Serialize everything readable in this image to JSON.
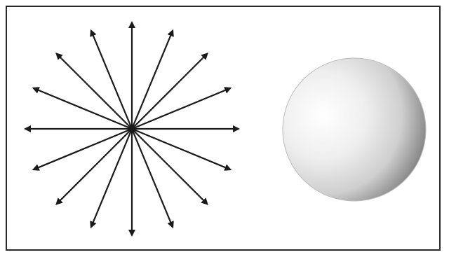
{
  "figure": {
    "left_panel": {
      "name": "radial-arrows",
      "arrow_count": 16,
      "stroke_color": "#1a1a1a"
    },
    "right_panel": {
      "name": "shaded-sphere",
      "highlight_color": "#ffffff",
      "midtone_color": "#d7d7d7",
      "shadow_color": "#5a5a5a"
    },
    "frame_color": "#2a2a2a"
  }
}
